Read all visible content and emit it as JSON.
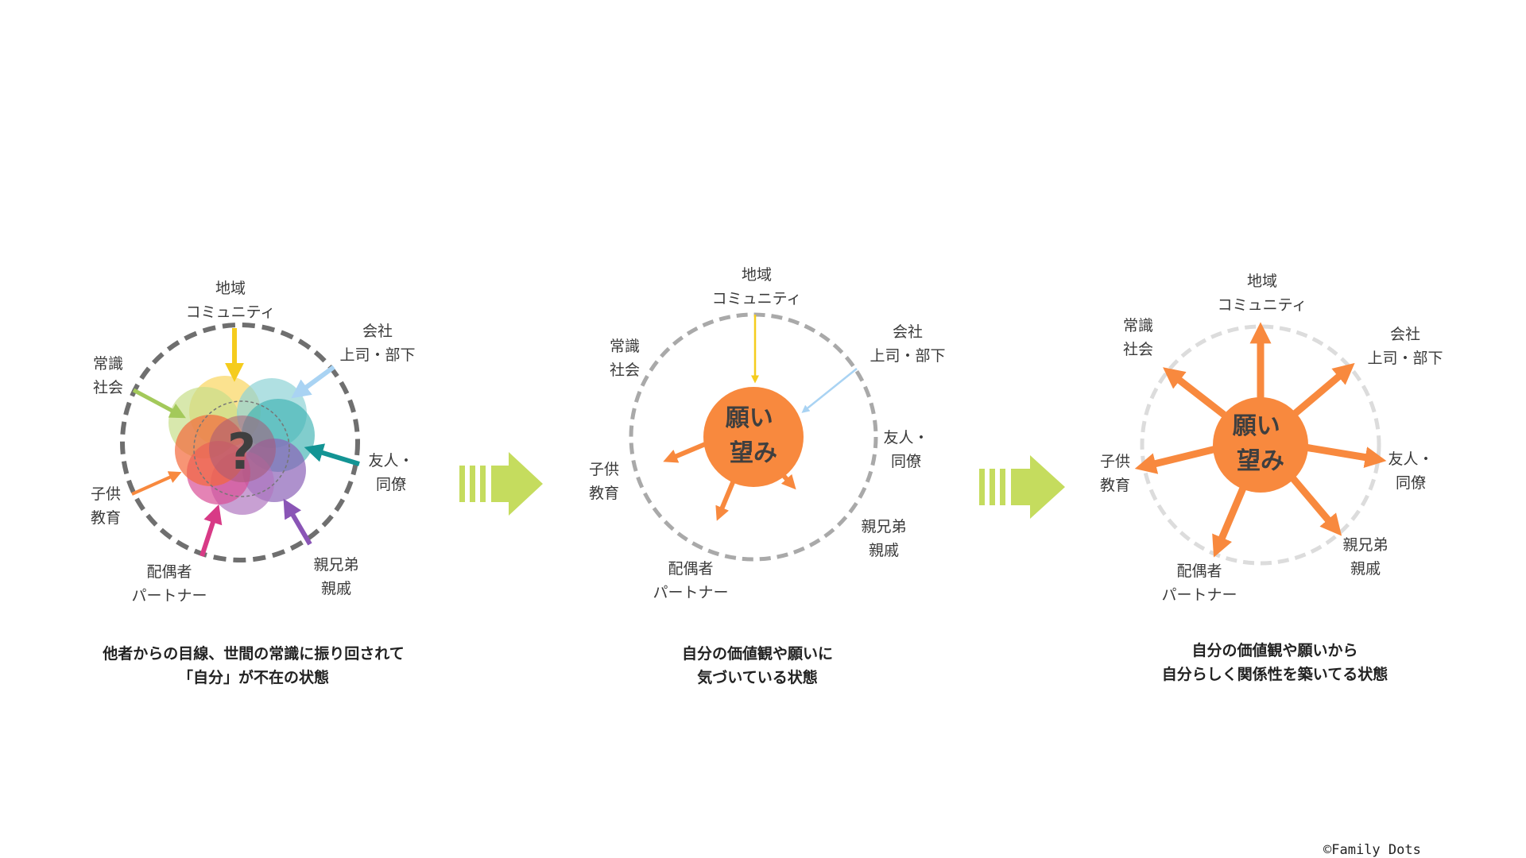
{
  "colors": {
    "ring_dark": "#6f6f6f",
    "ring_mid": "#a9a9a9",
    "ring_light": "#dcdcdc",
    "arrow_green": "#c5dc5e",
    "orange": "#f8893e",
    "label": "#3a3a3a"
  },
  "panels": [
    {
      "labels": {
        "top": [
          "地域",
          "コミュニティ"
        ],
        "upper_right": [
          "会社",
          "上司・部下"
        ],
        "right": [
          "友人・",
          "同僚"
        ],
        "lower_right": [
          "親兄弟",
          "親戚"
        ],
        "bottom": [
          "配偶者",
          "パートナー"
        ],
        "left": [
          "子供",
          "教育"
        ],
        "upper_left": [
          "常識",
          "社会"
        ]
      },
      "center_symbol": "?",
      "caption": [
        "他者からの目線、世間の常識に振り回されて",
        "「自分」が不在の状態"
      ],
      "influence_colors": {
        "top": "#f5cc1d",
        "upper_right": "#a9d3f3",
        "right": "#139494",
        "lower_right": "#8a55b6",
        "bottom": "#d83a86",
        "left": "#f8893e",
        "upper_left": "#a3c95a"
      }
    },
    {
      "labels": {
        "top": [
          "地域",
          "コミュニティ"
        ],
        "upper_right": [
          "会社",
          "上司・部下"
        ],
        "right": [
          "友人・",
          "同僚"
        ],
        "lower_right": [
          "親兄弟",
          "親戚"
        ],
        "bottom": [
          "配偶者",
          "パートナー"
        ],
        "left": [
          "子供",
          "教育"
        ],
        "upper_left": [
          "常識",
          "社会"
        ]
      },
      "center_text": [
        "願い",
        "望み"
      ],
      "caption": [
        "自分の価値観や願いに",
        "気づいている状態"
      ]
    },
    {
      "labels": {
        "top": [
          "地域",
          "コミュニティ"
        ],
        "upper_right": [
          "会社",
          "上司・部下"
        ],
        "right": [
          "友人・",
          "同僚"
        ],
        "lower_right": [
          "親兄弟",
          "親戚"
        ],
        "bottom": [
          "配偶者",
          "パートナー"
        ],
        "left": [
          "子供",
          "教育"
        ],
        "upper_left": [
          "常識",
          "社会"
        ]
      },
      "center_text": [
        "願い",
        "望み"
      ],
      "caption": [
        "自分の価値観や願いから",
        "自分らしく関係性を築いてる状態"
      ]
    }
  ],
  "copyright": "©Family Dots"
}
